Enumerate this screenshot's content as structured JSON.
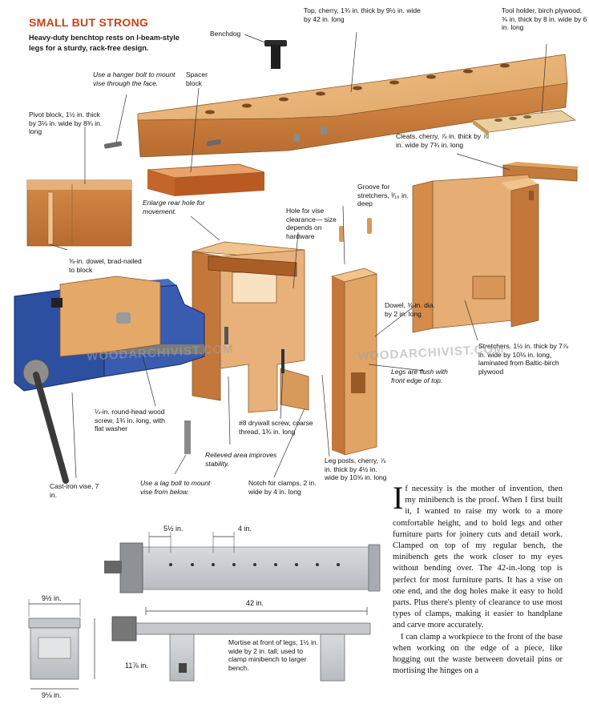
{
  "header": {
    "title": "SMALL BUT STRONG",
    "subtitle": "Heavy-duty benchtop rests on I-beam-style legs for a sturdy, rack-free design."
  },
  "callouts": {
    "benchdog": "Benchdog",
    "top": "Top, cherry, 1¾ in. thick by 9½ in. wide by 42 in. long",
    "tool_holder": "Tool holder, birch plywood, ⅜ in. thick by 8 in. wide by 6 in. long",
    "hanger_bolt": "Use a hanger bolt to mount vise through the face.",
    "spacer_block": "Spacer block",
    "pivot_block": "Pivot block, 1½ in. thick by 3⅛ in. wide by 8¾ in. long",
    "cleats": "Cleats, cherry, ⅞ in. thick by ⅞ in. wide by 7¾ in. long",
    "enlarge_hole": "Enlarge rear hole for movement.",
    "vise_clearance": "Hole for vise clearance— size depends on hardware",
    "groove": "Groove for stretchers, ³⁄₁₆ in. deep",
    "dowel_brad": "⅜-in. dowel, brad-nailed to block",
    "dowel": "Dowel, ⅜ in. dia. by 2 in. long",
    "legs_flush": "Legs are flush with front edge of top.",
    "stretchers": "Stretchers, 1½ in. thick by 7⅞ in. wide by 10⅛ in. long, laminated from Baltic-birch plywood",
    "wood_screw": "¼-in. round-head wood screw, 1¾ in. long, with flat washer",
    "drywall_screw": "#8 drywall screw, coarse thread, 1¾ in. long",
    "relieved_area": "Relieved area improves stability.",
    "lag_bolt": "Use a lag bolt to mount vise from below.",
    "notch": "Notch for clamps, 2 in. wide by 4 in. long",
    "leg_posts": "Leg posts, cherry, ⅞ in. thick by 4½ in. wide by 10⅝ in. long",
    "cast_iron_vise": "Cast-iron vise, 7 in.",
    "mortise": "Mortise at front of legs, 1½ in. wide by 2 in. tall, used to clamp minibench to larger bench."
  },
  "watermarks": [
    "WOODARCHIVIST.COM",
    "WOODARCHIVIST.COM"
  ],
  "dimensions": {
    "d1": "5½ in.",
    "d2": "4 in.",
    "d3": "42 in.",
    "d4": "9½ in.",
    "d5": "11⅞ in.",
    "d6": "9⅛ in."
  },
  "article": {
    "dropcap": "I",
    "p1": "f necessity is the mother of invention, then my minibench is the proof. When I first built it, I wanted to raise my work to a more comfortable height, and to hold legs and other furniture parts for joinery cuts and detail work. Clamped on top of my regular bench, the minibench gets the work closer to my eyes without bending over. The 42-in.-long top is perfect for most furniture parts. It has a vise on one end, and the dog holes make it easy to hold parts. Plus there's plenty of clearance to use most types of clamps, making it easier to handplane and carve more accurately.",
    "p2": "I can clamp a workpiece to the front of the base when working on the edge of a piece, like hogging out the waste between dovetail pins or mortising the hinges on a"
  },
  "colors": {
    "title": "#c8401a",
    "wood": "#e2a466",
    "wood_dark": "#c47a3c",
    "vise_blue": "#2c4fa0",
    "plan_gray": "#c9cdd1"
  }
}
